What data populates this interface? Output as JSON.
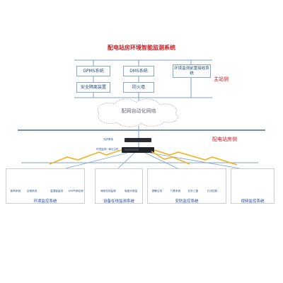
{
  "title": "配电站房环境智能监测系统",
  "main_station": {
    "label": "主站侧",
    "gpms": "GPMS系统",
    "dms": "DMS系统",
    "env_front": "环境监测前置接收系统",
    "security_device": "安全隔离装置",
    "firewall": "防火墙"
  },
  "network": {
    "label": "配网自动化网络"
  },
  "substation": {
    "label": "配电站房侧",
    "gateway_label": "光纤数传",
    "host_label": "环境监测一体化主机"
  },
  "groups": [
    {
      "title": "环境监控系统",
      "devices": [
        "新风系统",
        "空调系统",
        "温湿度监测",
        "SF6气体检测"
      ]
    },
    {
      "title": "设备在线监测系统",
      "devices": [
        "局放在线监测",
        "电缆头测温"
      ]
    },
    {
      "title": "安防监控系统",
      "devices": [
        "报警主机",
        "门禁系统",
        "红外三鉴",
        "灯光控制"
      ]
    },
    {
      "title": "视频监控系统",
      "devices": []
    }
  ],
  "colors": {
    "accent_red": "#d0191e",
    "line_blue": "#7d9fcc",
    "text_blue": "#1f4aa8",
    "wireless_yellow": "#f2b21b"
  }
}
